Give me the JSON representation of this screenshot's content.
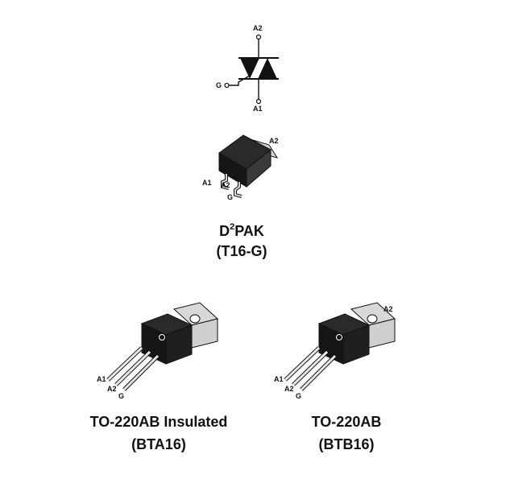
{
  "symbol": {
    "a2": "A2",
    "g": "G",
    "a1": "A1"
  },
  "d2pak": {
    "pin_a2_tab": "A2",
    "pin_a1": "A1",
    "pin_a2": "A2",
    "pin_g": "G",
    "title_main": "D",
    "title_sup": "2",
    "title_rest": "PAK",
    "subtitle": "(T16-G)"
  },
  "to220_insulated": {
    "pin_a1": "A1",
    "pin_a2": "A2",
    "pin_g": "G",
    "title": "TO-220AB Insulated",
    "subtitle": "(BTA16)"
  },
  "to220": {
    "pin_a2_tab": "A2",
    "pin_a1": "A1",
    "pin_a2": "A2",
    "pin_g": "G",
    "title": "TO-220AB",
    "subtitle": "(BTB16)"
  },
  "colors": {
    "body_dark": "#1a1a1a",
    "metal": "#d8d8d8",
    "ink": "#111111"
  }
}
